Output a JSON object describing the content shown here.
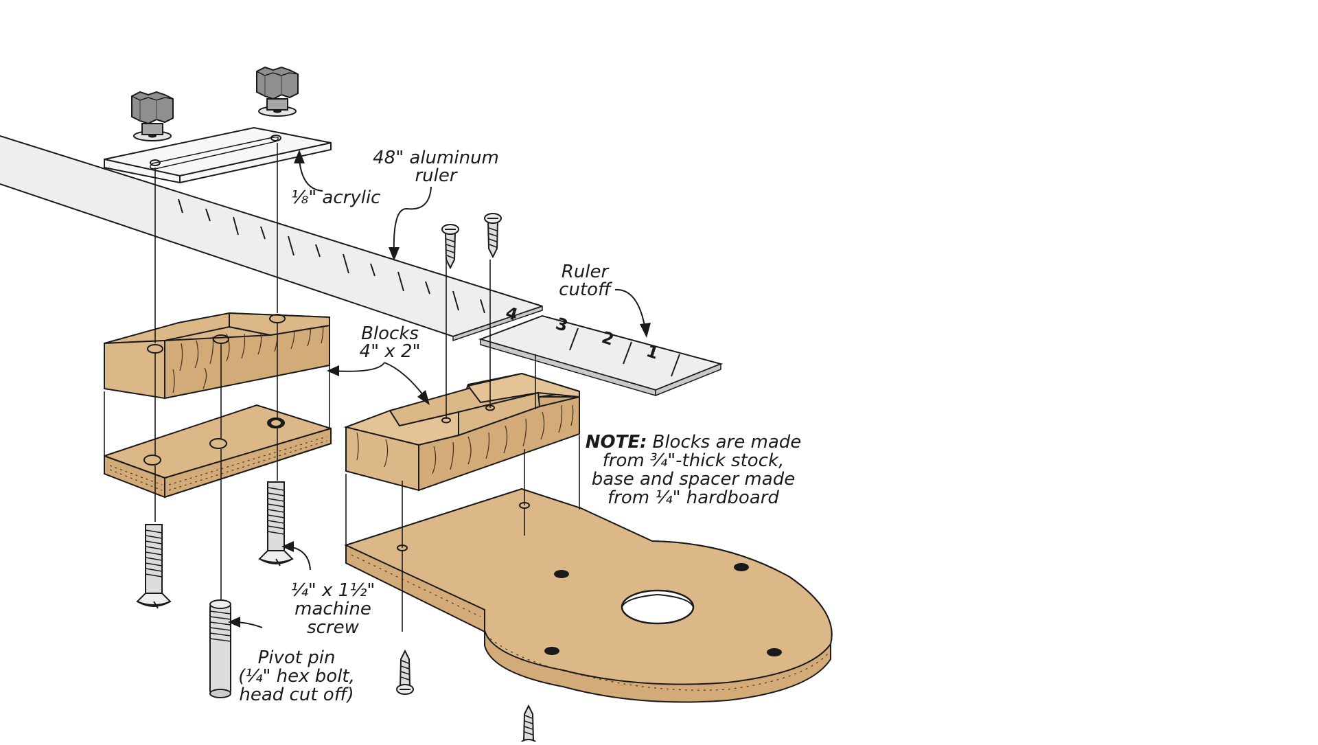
{
  "colors": {
    "wood": "#dcb888",
    "wood_side": "#d2ab78",
    "grain": "#4a3520",
    "aluminum": "#eeeeee",
    "aluminum_side": "#c9c9c9",
    "acrylic": "#f7f7f7",
    "knob": "#8f8f8f",
    "metal": "#d9d9d9",
    "line": "#1a1a1a",
    "background": "#ffffff"
  },
  "labels": {
    "aluminum_ruler": [
      "48\" aluminum",
      "ruler"
    ],
    "acrylic": "⅛\" acrylic",
    "ruler_cutoff": [
      "Ruler",
      "cutoff"
    ],
    "blocks": [
      "Blocks",
      "4\" x 2\""
    ],
    "note_heading": "NOTE:",
    "note_lines": [
      "Blocks are made",
      "from ¾\"-thick stock,",
      "base and spacer made",
      "from ¼\" hardboard"
    ],
    "machine_screw": [
      "¼\" x 1½\"",
      "machine",
      "screw"
    ],
    "pivot_pin": [
      "Pivot pin",
      "(¼\" hex bolt,",
      "head cut off)"
    ]
  },
  "ruler_numbers": [
    "4",
    "3",
    "2",
    "1"
  ]
}
